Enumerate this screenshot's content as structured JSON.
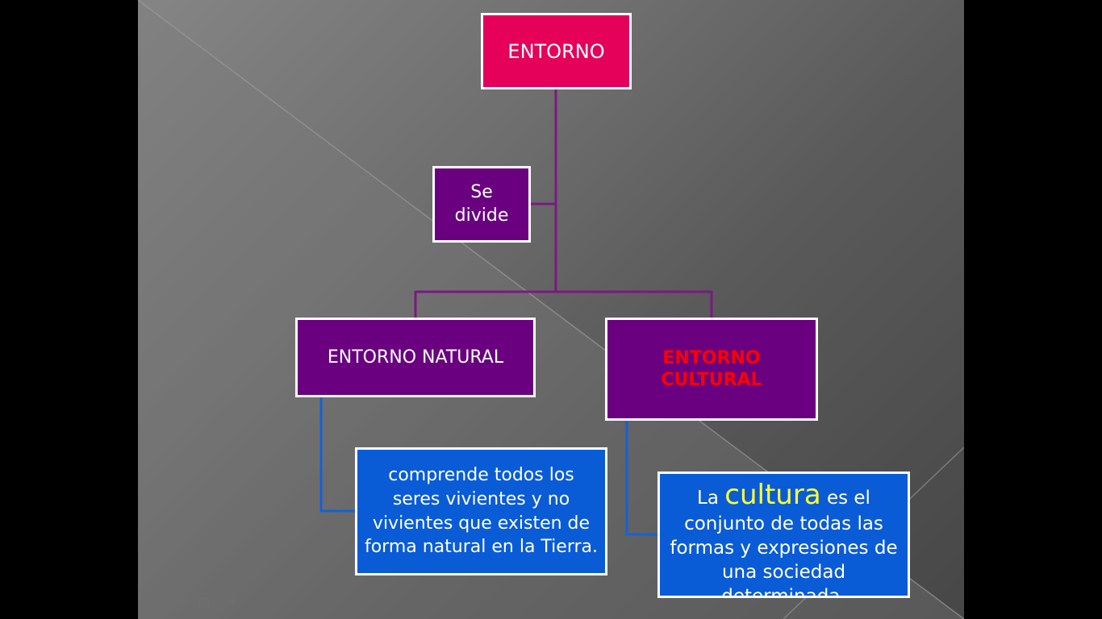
{
  "diagram": {
    "root": {
      "label": "ENTORNO"
    },
    "connector_label": {
      "label": "Se divide"
    },
    "left_branch": {
      "label": "ENTORNO NATURAL",
      "description": "comprende todos los seres vivientes y no vivientes que existen de forma natural en la Tierra."
    },
    "right_branch": {
      "label": "ENTORNO CULTURAL",
      "description_prefix": "La ",
      "description_highlight": "cultura",
      "description_suffix": " es el conjunto de todas las formas y expresiones de una sociedad determinada."
    }
  },
  "colors": {
    "root_fill": "#e5005a",
    "node_fill": "#6a0080",
    "desc_fill": "#0a5cd6",
    "connector_purple": "#7a1a80",
    "connector_blue": "#1560d8",
    "cultural_text": "#ff0000",
    "highlight_text": "#ffff33"
  },
  "nav_icons": [
    "back-arrow-icon",
    "pen-icon",
    "menu-icon",
    "forward-arrow-icon"
  ]
}
